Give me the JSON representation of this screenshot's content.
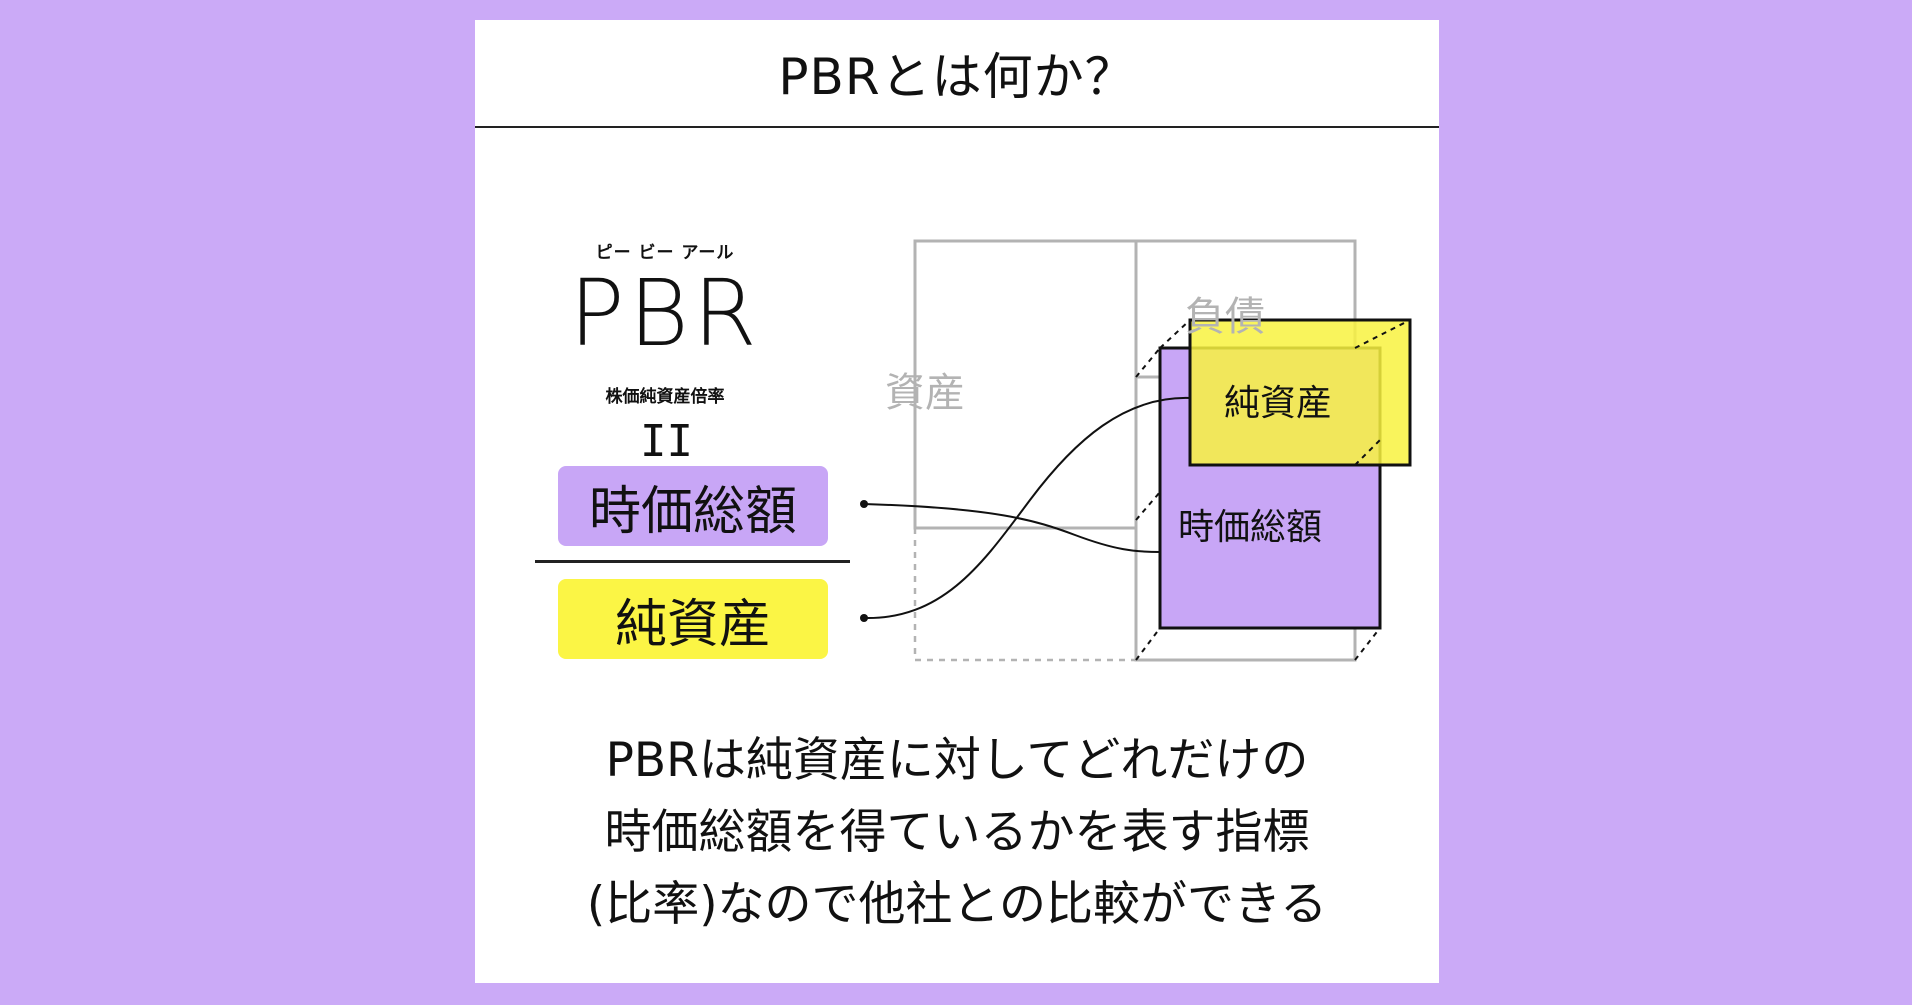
{
  "title": "PBRとは何か？",
  "formula": {
    "ruby": "ピー ビー アール",
    "abbr": "PBR",
    "kanji": "株価純資産倍率",
    "equals": "II",
    "numerator": "時価総額",
    "denominator": "純資産"
  },
  "balance_sheet": {
    "asset": "資産",
    "debt": "負債",
    "equity": "純資産",
    "market_cap": "時価総額"
  },
  "description": [
    "PBRは純資産に対してどれだけの",
    "時価総額を得ているかを表す指標",
    "(比率)なので他社との比較ができる"
  ],
  "colors": {
    "background": "#cbaaf7",
    "market_cap": "#c8a6f6",
    "equity": "#fbf545"
  }
}
